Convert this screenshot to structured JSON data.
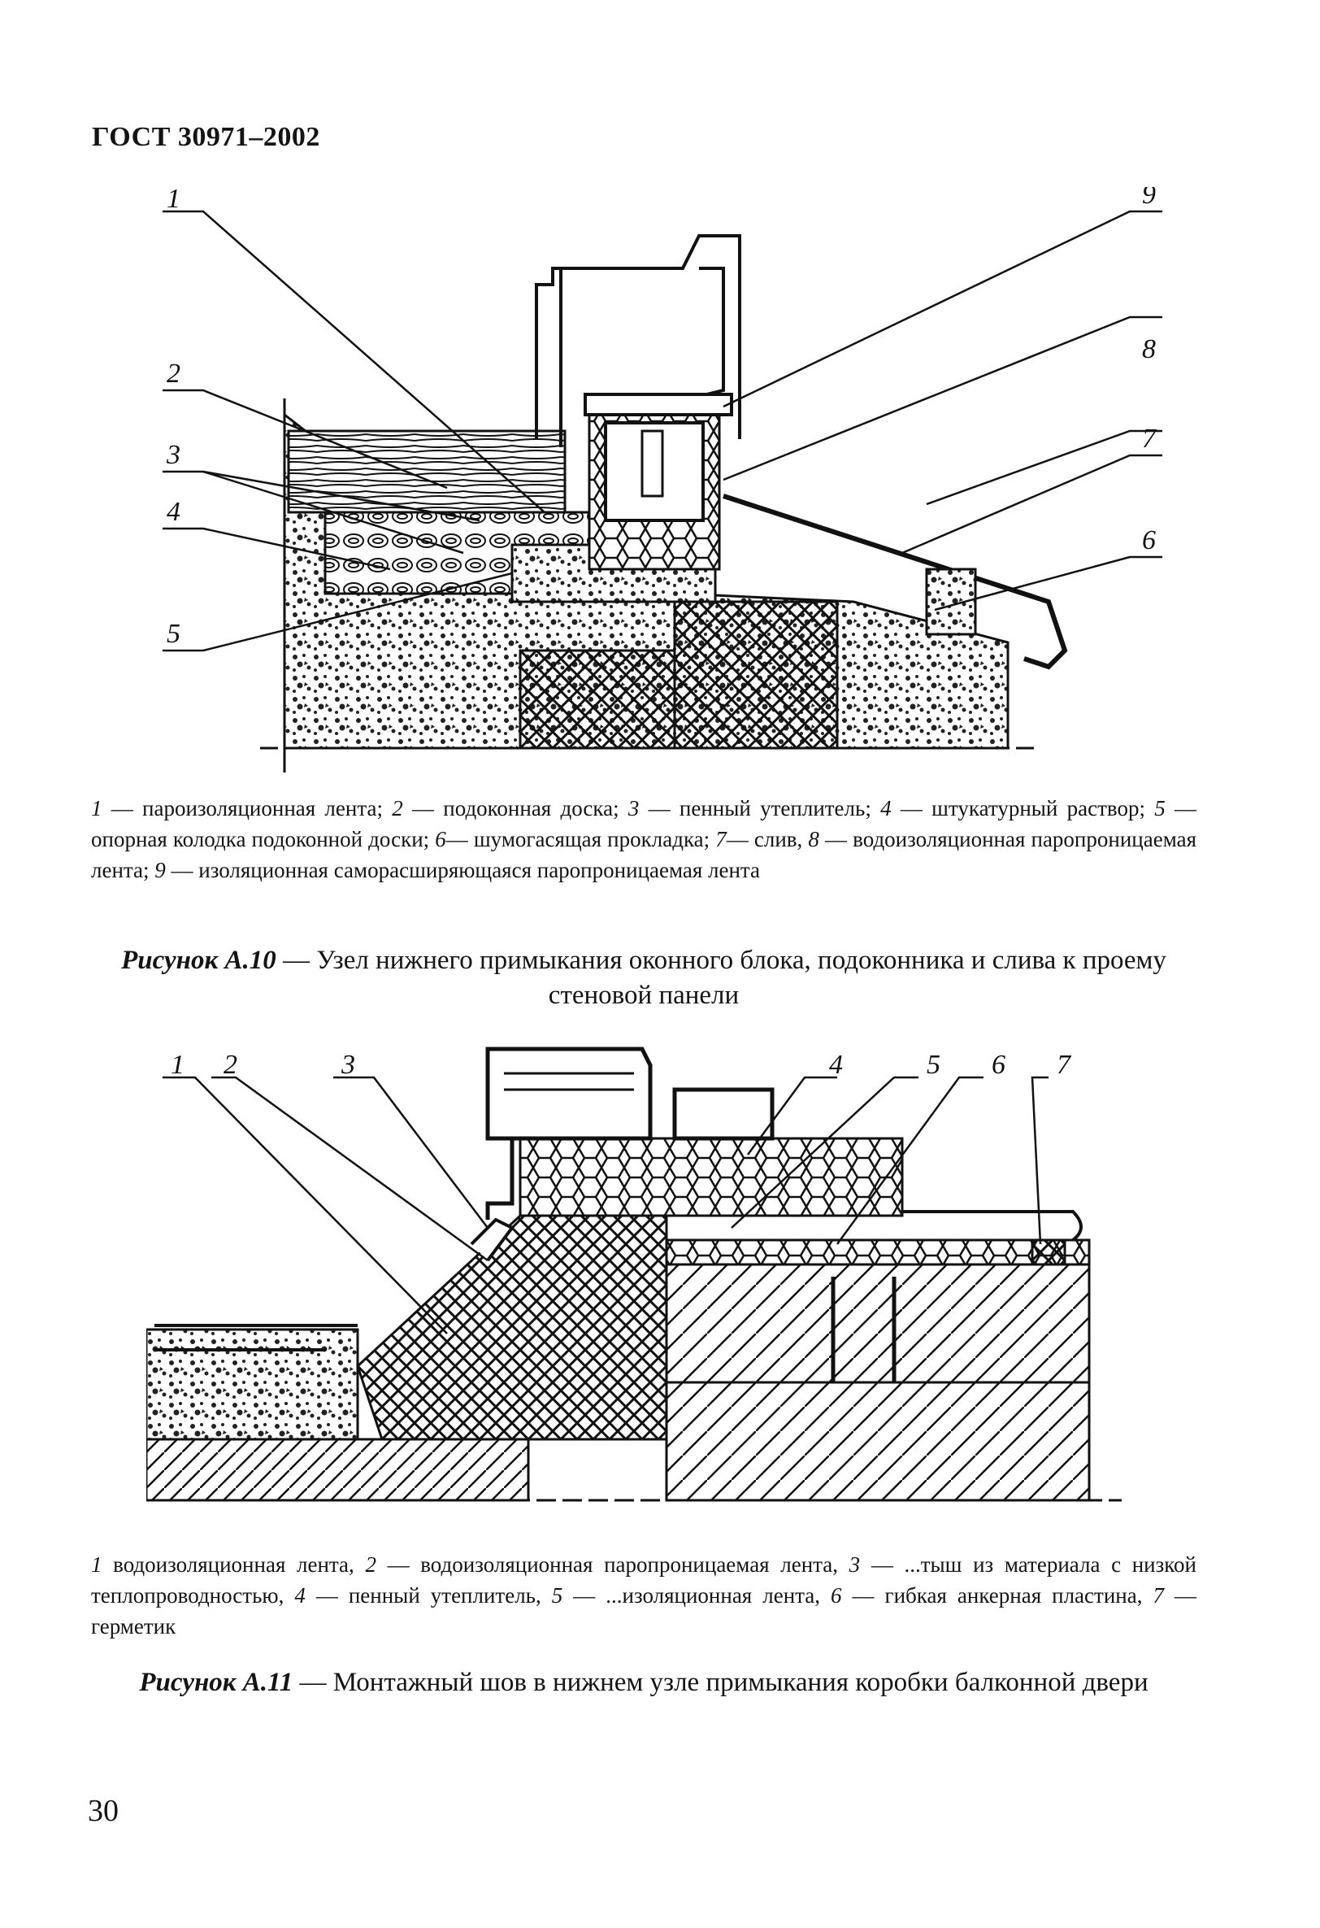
{
  "header": {
    "standard": "ГОСТ 30971–2002"
  },
  "figure_a10": {
    "callouts": [
      "1",
      "2",
      "3",
      "4",
      "5",
      "6",
      "7",
      "8",
      "9"
    ],
    "legend": [
      {
        "n": "1",
        "text": " — пароизоляционная лента; "
      },
      {
        "n": "2",
        "text": " — подоконная доска; "
      },
      {
        "n": "3",
        "text": " — пенный утеплитель; "
      },
      {
        "n": "4",
        "text": " — штукатурный раствор; "
      },
      {
        "n": "5",
        "text": " — опорная колодка подоконной доски; "
      },
      {
        "n": "6",
        "text": "— шумогасящая прокладка; "
      },
      {
        "n": "7",
        "text": "— слив, "
      },
      {
        "n": "8",
        "text": " — водоизоляционная паропроницаемая лента; "
      },
      {
        "n": "9",
        "text": " — изоляционная самораcширяющаяся паропроницаемая лента"
      }
    ],
    "caption_label": "Рисунок А.10",
    "caption_text": " — Узел нижнего примыкания оконного блока, подоконника и слива к проему стеновой панели"
  },
  "figure_a11": {
    "callouts": [
      "1",
      "2",
      "3",
      "4",
      "5",
      "6",
      "7"
    ],
    "legend": [
      {
        "n": "1",
        "text": " водоизоляционная лента, "
      },
      {
        "n": "2",
        "text": " — водоизоляционная паропроницаемая лента, "
      },
      {
        "n": "3",
        "text": " — ...тыш из материала с низкой теплопроводностью, "
      },
      {
        "n": "4",
        "text": " — пенный утеплитель, "
      },
      {
        "n": "5",
        "text": " — ...изоляционная лента, "
      },
      {
        "n": "6",
        "text": " — гибкая анкерная пластина, "
      },
      {
        "n": "7",
        "text": " — герметик"
      }
    ],
    "caption_label": "Рисунок А.11",
    "caption_text": " — Монтажный шов в нижнем узле примыкания коробки балконной двери"
  },
  "page_number": "30"
}
